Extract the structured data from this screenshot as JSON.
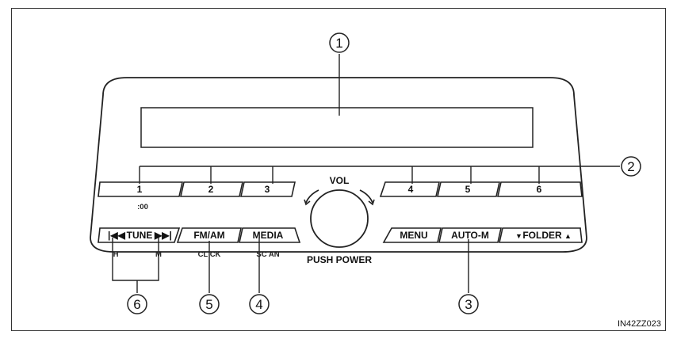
{
  "callouts": [
    "1",
    "2",
    "3",
    "4",
    "5",
    "6"
  ],
  "preset_buttons": [
    "1",
    "2",
    "3",
    "4",
    "5",
    "6"
  ],
  "preset_sub": ":00",
  "vol_label": "VOL",
  "push_power_label": "PUSH POWER",
  "left_buttons": {
    "tune": "TUNE",
    "fmam": "FM/AM",
    "media": "MEDIA",
    "sub_h": "H",
    "sub_m": "M",
    "sub_clock": "CL  CK",
    "sub_scan": "SC  AN"
  },
  "right_buttons": {
    "menu": "MENU",
    "auto_m": "AUTO-M",
    "folder": "FOLDER"
  },
  "figure_id": "IN42ZZ023"
}
